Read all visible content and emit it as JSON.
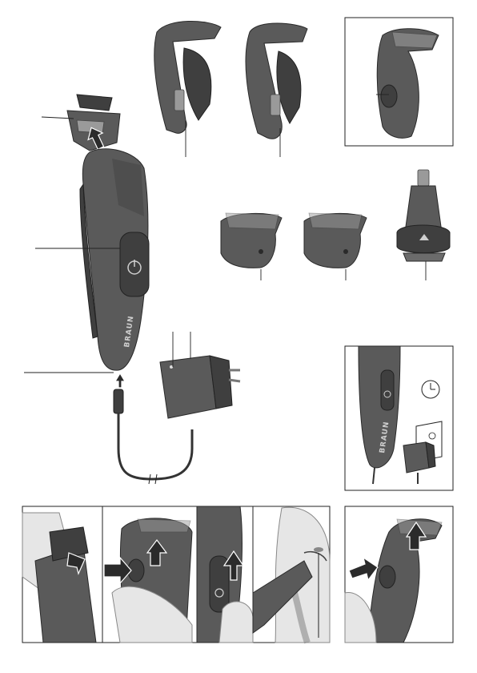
{
  "brand_text": "BRAUN",
  "colors": {
    "device_body": "#5a5a5a",
    "device_dark": "#3f3f3f",
    "accent_light": "#9a9a9a",
    "panel_border": "#222222"
  },
  "icons": [
    "trimmer-device",
    "precision-trimmer-head",
    "comb-attachment",
    "nose-trimmer-attachment",
    "power-adapter",
    "power-button-icon",
    "clock-icon",
    "wall-socket-icon",
    "push-arrow-icon"
  ]
}
